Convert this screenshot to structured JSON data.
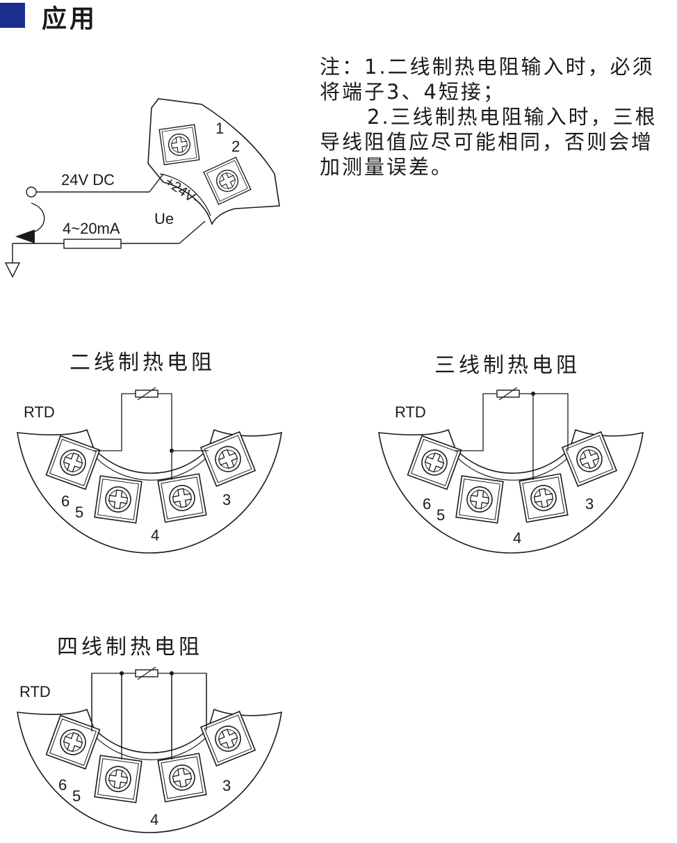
{
  "header": {
    "title": "应用",
    "accent_color": "#1a2f8f"
  },
  "notes": {
    "line1": "注：1.二线制热电阻输入时，必须将端子3、4短接；",
    "line2": "2.三线制热电阻输入时，三根导线阻值应尽可能相同，否则会增加测量误差。"
  },
  "top_diagram": {
    "supply_label": "24V DC",
    "output_label": "4~20mA",
    "terminal_1": "1",
    "terminal_2": "2",
    "arc_label": "+24V−",
    "ue_label": "Ue"
  },
  "two_wire": {
    "title": "二线制热电阻",
    "rtd": "RTD",
    "t3": "3",
    "t4": "4",
    "t5": "5",
    "t6": "6"
  },
  "three_wire": {
    "title": "三线制热电阻",
    "rtd": "RTD",
    "t3": "3",
    "t4": "4",
    "t5": "5",
    "t6": "6"
  },
  "four_wire": {
    "title": "四线制热电阻",
    "rtd": "RTD",
    "t3": "3",
    "t4": "4",
    "t5": "5",
    "t6": "6"
  }
}
